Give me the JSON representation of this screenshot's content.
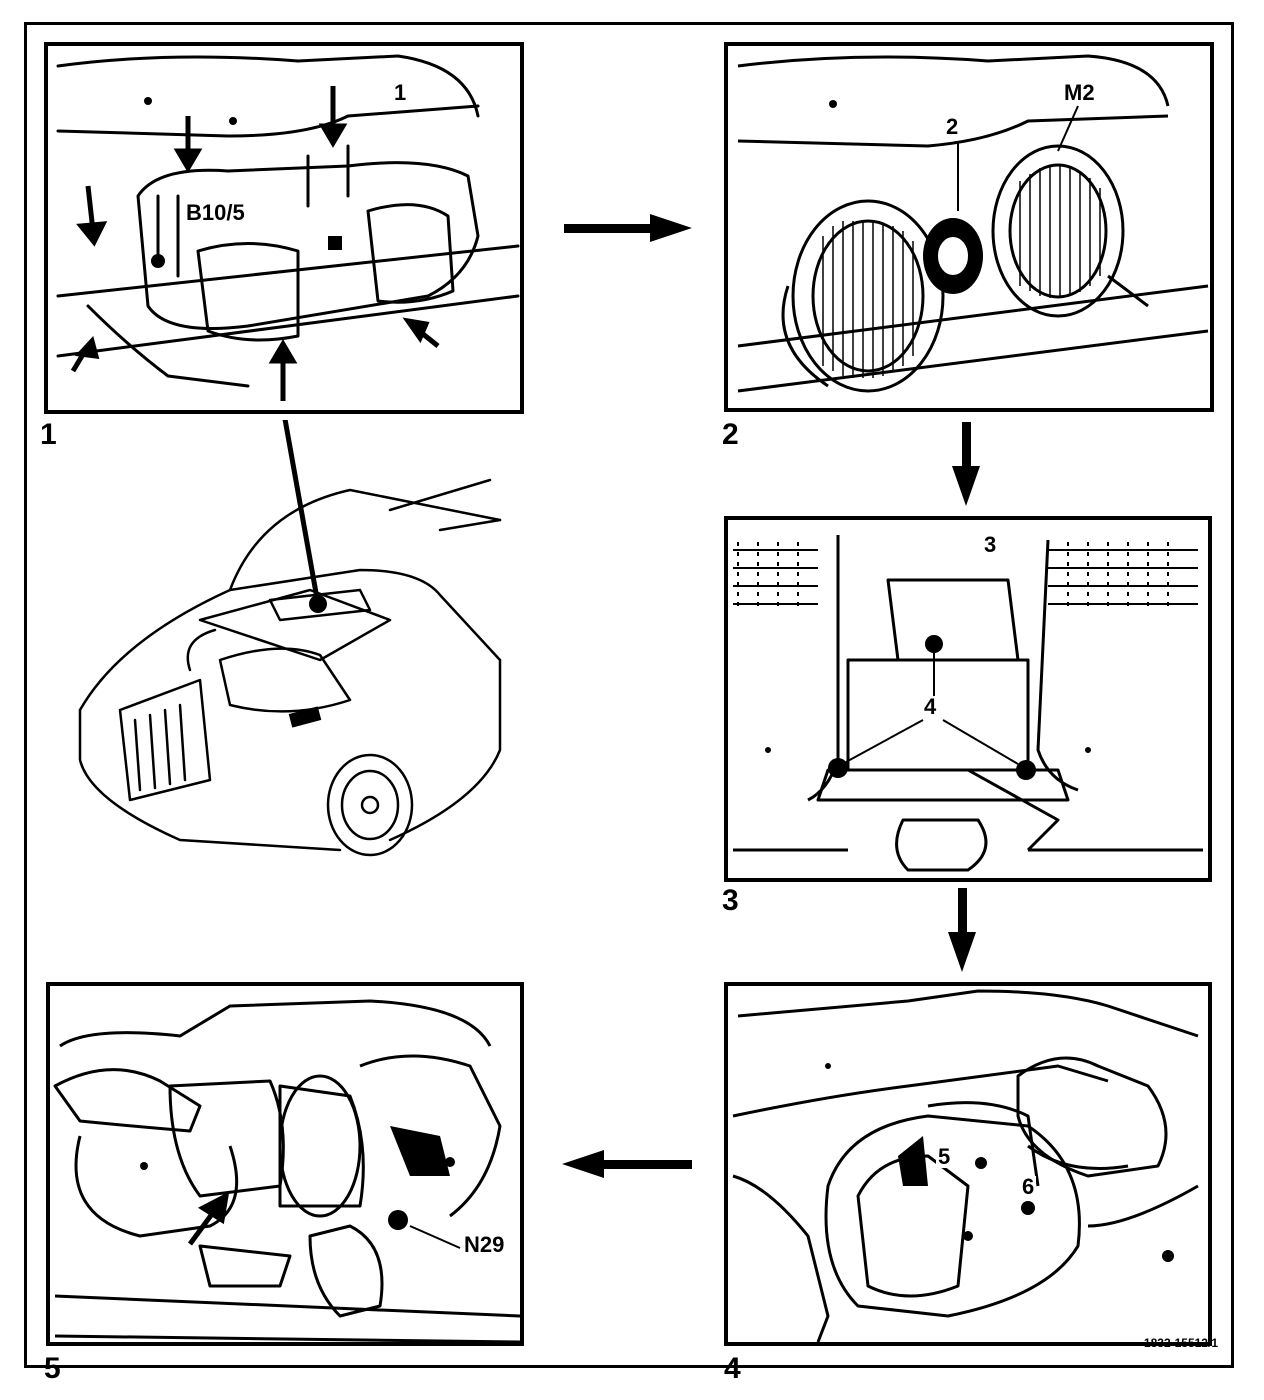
{
  "steps": [
    {
      "num": "1",
      "callouts": [
        "B10/5",
        "1"
      ]
    },
    {
      "num": "2",
      "callouts": [
        "2",
        "M2"
      ]
    },
    {
      "num": "3",
      "callouts": [
        "3",
        "4"
      ]
    },
    {
      "num": "4",
      "callouts": [
        "5",
        "6"
      ]
    },
    {
      "num": "5",
      "callouts": [
        "N29"
      ]
    }
  ],
  "reference": "1832-15512/1"
}
